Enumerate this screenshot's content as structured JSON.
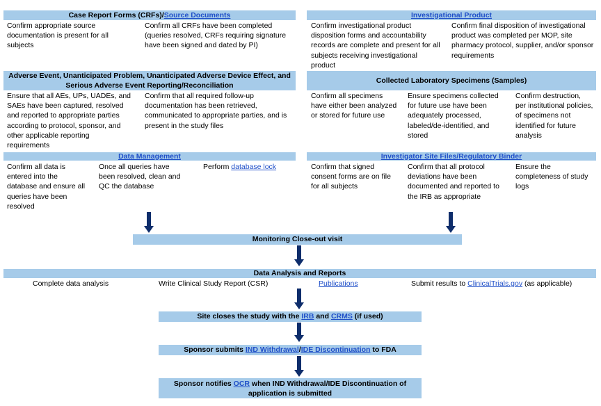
{
  "crf": {
    "title_prefix": "Case Report Forms (CRFs)/",
    "title_link": "Source Documents",
    "col1": "Confirm appropriate source documentation is present for all subjects",
    "col2": "Confirm all CRFs have been completed (queries resolved, CRFs requiring signature have been signed and dated by PI)"
  },
  "ip": {
    "title_link": "Investigational Product",
    "col1": "Confirm investigational product disposition forms and accountability records are complete and present for all subjects receiving investigational product",
    "col2": "Confirm final disposition of investigational product was completed per MOP, site pharmacy protocol, supplier, and/or sponsor requirements"
  },
  "ae": {
    "title_line1": "Adverse Event, Unanticipated Problem, Unanticipated Adverse Device Effect, and",
    "title_line2": "Serious Adverse Event Reporting/Reconciliation",
    "col1": "Ensure that all AEs, UPs, UADEs, and SAEs have been captured, resolved and reported to appropriate parties according to protocol, sponsor, and other applicable reporting requirements",
    "col2": "Confirm that all required follow-up documentation has been retrieved, communicated to appropriate parties, and is present in the study files"
  },
  "lab": {
    "title": "Collected Laboratory Specimens (Samples)",
    "col1": "Confirm all specimens have either been analyzed or stored for future use",
    "col2": "Ensure specimens collected for future use have been adequately processed, labeled/de-identified, and stored",
    "col3": "Confirm destruction, per institutional policies, of specimens not identified for future analysis"
  },
  "dm": {
    "title_link": "Data Management",
    "col1": "Confirm all data is entered into the database and ensure all queries have been resolved",
    "col2": "Once all queries have been resolved, clean and QC the database",
    "col3_prefix": "Perform ",
    "col3_link": "database lock"
  },
  "isf": {
    "title_link": "Investigator Site Files/Regulatory Binder",
    "col1": "Confirm that signed consent forms are on file for all subjects",
    "col2": "Confirm that all protocol deviations have been documented and reported to the IRB as appropriate",
    "col3": "Ensure the completeness of study logs"
  },
  "closeout": {
    "title": "Monitoring Close-out visit"
  },
  "dar": {
    "title": "Data Analysis and Reports",
    "item1": "Complete data analysis",
    "item2": "Write Clinical Study Report (CSR)",
    "item3_link": "Publications",
    "item4_prefix": "Submit results to ",
    "item4_link": "ClinicalTrials.gov",
    "item4_suffix": " (as applicable)"
  },
  "site_close": {
    "prefix": "Site closes the study with the ",
    "link1": "IRB",
    "mid": " and ",
    "link2": "CRMS",
    "suffix": " (if used)"
  },
  "sponsor_submit": {
    "prefix": "Sponsor submits ",
    "link1": "IND Withdrawal",
    "mid": "/",
    "link2": "IDE Discontinuation",
    "suffix": " to FDA"
  },
  "sponsor_notify": {
    "prefix": "Sponsor notifies ",
    "link1": "OCR",
    "suffix_line1": " when IND Withdrawal/IDE Discontinuation of",
    "line2": "application is submitted"
  },
  "colors": {
    "header_fill": "#a6cbe9",
    "arrow": "#0e2d6b",
    "link": "#1f4fc8"
  }
}
